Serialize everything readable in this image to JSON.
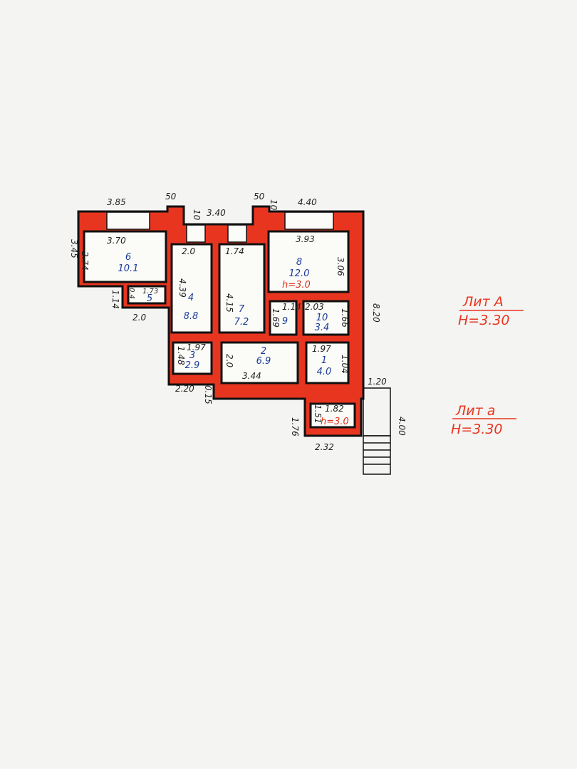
{
  "plan": {
    "wall_color": "#e8351f",
    "rooms": [
      {
        "id": "1",
        "number": "1",
        "area": "4.0",
        "width": "1.97",
        "length": "1.04"
      },
      {
        "id": "2",
        "number": "2",
        "area": "6.9",
        "width": "3.44",
        "length": "2.0"
      },
      {
        "id": "3",
        "number": "3",
        "area": "2.9",
        "width": "1.97",
        "length": "1.48"
      },
      {
        "id": "4",
        "number": "4",
        "area": "8.8",
        "width": "2.0",
        "length": "4.39"
      },
      {
        "id": "5",
        "number": "5",
        "width": "1.73",
        "length": "0.4"
      },
      {
        "id": "6",
        "number": "6",
        "area": "10.1",
        "width": "3.70",
        "length": "2.74"
      },
      {
        "id": "7",
        "number": "7",
        "area": "7.2",
        "width": "1.74",
        "length": "4.15"
      },
      {
        "id": "8",
        "number": "8",
        "area": "12.0",
        "width": "3.93",
        "length": "3.06"
      },
      {
        "id": "9",
        "number": "9",
        "width": "1.14",
        "length": "1.69"
      },
      {
        "id": "10",
        "number": "10",
        "area": "3.4",
        "width": "2.03",
        "length": "1.66"
      },
      {
        "id": "11",
        "width": "1.82",
        "length": "1.51"
      }
    ],
    "heights": {
      "main": "h=3.0",
      "vestibule": "h=3.0"
    },
    "outer_dims": [
      "3.85",
      "50",
      "10",
      "3.40",
      "50",
      "10",
      "4.40",
      "3.45",
      "1.14",
      "2.0",
      "8.20",
      "2.20",
      "1.20",
      "4.00",
      "1.76",
      "2.32",
      "0.15"
    ],
    "annotations": [
      {
        "title": "Лит А",
        "height": "H=3.30"
      },
      {
        "title": "Лит а",
        "height": "H=3.30"
      }
    ]
  }
}
